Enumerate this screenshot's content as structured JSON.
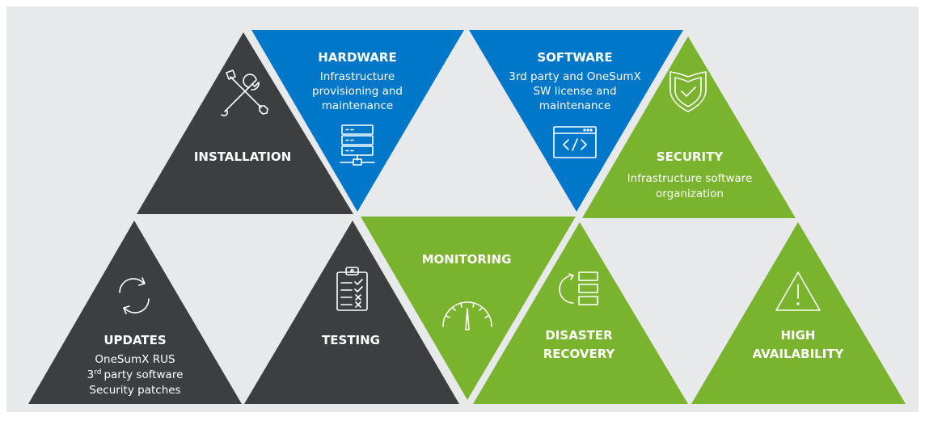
{
  "colors": {
    "background": "#e8e9eb",
    "dark": "#3c3e40",
    "blue": "#0077c8",
    "green": "#7ab32e",
    "text": "#ffffff"
  },
  "tiles": {
    "installation": {
      "title": "INSTALLATION",
      "icon": "wrench-screwdriver-icon"
    },
    "hardware": {
      "title": "HARDWARE",
      "lines": [
        "Infrastructure",
        "provisioning and",
        "maintenance"
      ],
      "icon": "server-icon"
    },
    "software": {
      "title": "SOFTWARE",
      "lines": [
        "3rd party and OneSumX",
        "SW license and",
        "maintenance"
      ],
      "icon": "code-window-icon"
    },
    "security": {
      "title": "SECURITY",
      "lines": [
        "Infrastructure software",
        "organization"
      ],
      "icon": "shield-check-icon"
    },
    "updates": {
      "title": "UPDATES",
      "lines": [
        "OneSumX RUS",
        "party software",
        "Security patches"
      ],
      "sup_prefix": "3",
      "sup": "rd",
      "icon": "sync-icon"
    },
    "testing": {
      "title": "TESTING",
      "icon": "checklist-icon"
    },
    "monitoring": {
      "title": "MONITORING",
      "icon": "gauge-icon"
    },
    "disaster_recovery": {
      "title_lines": [
        "DISASTER",
        "RECOVERY"
      ],
      "icon": "restore-list-icon"
    },
    "high_availability": {
      "title_lines": [
        "HIGH",
        "AVAILABILITY"
      ],
      "icon": "warning-icon"
    }
  }
}
